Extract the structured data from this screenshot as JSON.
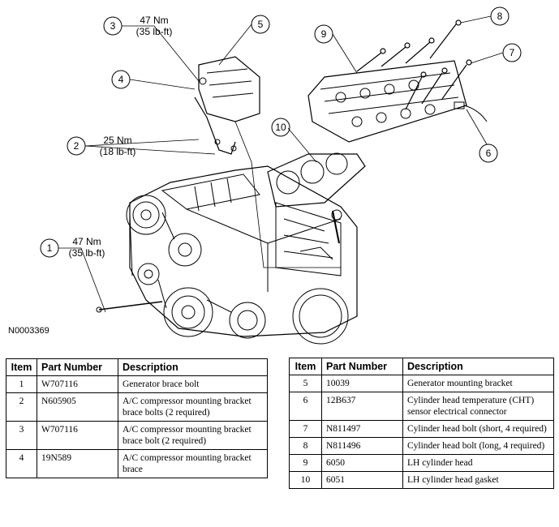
{
  "callouts": {
    "c1": {
      "number": "1",
      "torque_nm": "47 Nm",
      "torque_lbft": "(35 lb-ft)"
    },
    "c2": {
      "number": "2",
      "torque_nm": "25 Nm",
      "torque_lbft": "(18 lb-ft)"
    },
    "c3": {
      "number": "3",
      "torque_nm": "47 Nm",
      "torque_lbft": "(35 lb-ft)"
    },
    "c4": {
      "number": "4"
    },
    "c5": {
      "number": "5"
    },
    "c6": {
      "number": "6"
    },
    "c7": {
      "number": "7"
    },
    "c8": {
      "number": "8"
    },
    "c9": {
      "number": "9"
    },
    "c10": {
      "number": "10"
    }
  },
  "figure_id": "N0003369",
  "table_headers": {
    "item": "Item",
    "part_number": "Part Number",
    "description": "Description"
  },
  "left_rows": [
    {
      "item": "1",
      "part": "W707116",
      "desc": "Generator brace bolt"
    },
    {
      "item": "2",
      "part": "N605905",
      "desc": "A/C compressor mounting bracket brace bolts (2 required)"
    },
    {
      "item": "3",
      "part": "W707116",
      "desc": "A/C compressor mounting bracket brace bolt (2 required)"
    },
    {
      "item": "4",
      "part": "19N589",
      "desc": "A/C compressor mounting bracket brace"
    }
  ],
  "right_rows": [
    {
      "item": "5",
      "part": "10039",
      "desc": "Generator mounting bracket"
    },
    {
      "item": "6",
      "part": "12B637",
      "desc": "Cylinder head temperature (CHT) sensor electrical connector"
    },
    {
      "item": "7",
      "part": "N811497",
      "desc": "Cylinder head bolt (short, 4 required)"
    },
    {
      "item": "8",
      "part": "N811496",
      "desc": "Cylinder head bolt (long, 4 required)"
    },
    {
      "item": "9",
      "part": "6050",
      "desc": "LH cylinder head"
    },
    {
      "item": "10",
      "part": "6051",
      "desc": "LH cylinder head gasket"
    }
  ]
}
